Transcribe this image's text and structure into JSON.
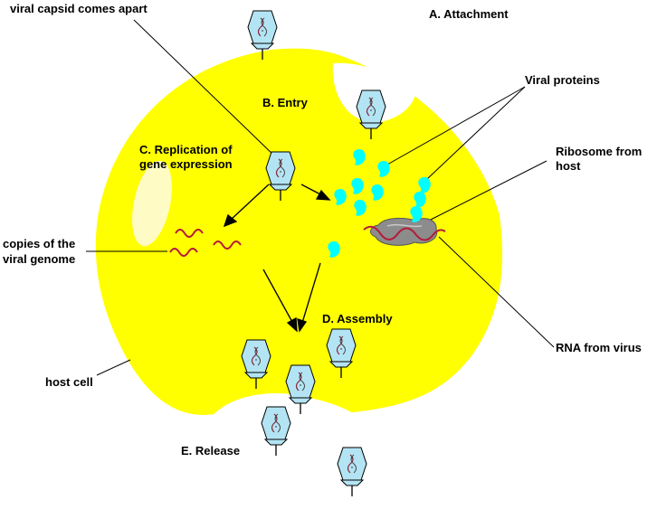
{
  "labels": {
    "capsid": "viral capsid comes apart",
    "attachment": "A. Attachment",
    "entry": "B. Entry",
    "replication_line1": "C. Replication of",
    "replication_line2": "gene expression",
    "viral_proteins": "Viral proteins",
    "ribosome_line1": "Ribosome from",
    "ribosome_line2": "host",
    "copies_line1": "copies of the",
    "copies_line2": "viral genome",
    "assembly": "D. Assembly",
    "rna": "RNA from virus",
    "host_cell": "host cell",
    "release": "E. Release"
  },
  "colors": {
    "cell_fill": "#ffff00",
    "virus_fill": "#b3e4f4",
    "protein_fill": "#00ffff",
    "rna_strand": "#b21b3a",
    "ribosome_fill": "#8c8c8c",
    "highlight": "#fffbc4"
  }
}
